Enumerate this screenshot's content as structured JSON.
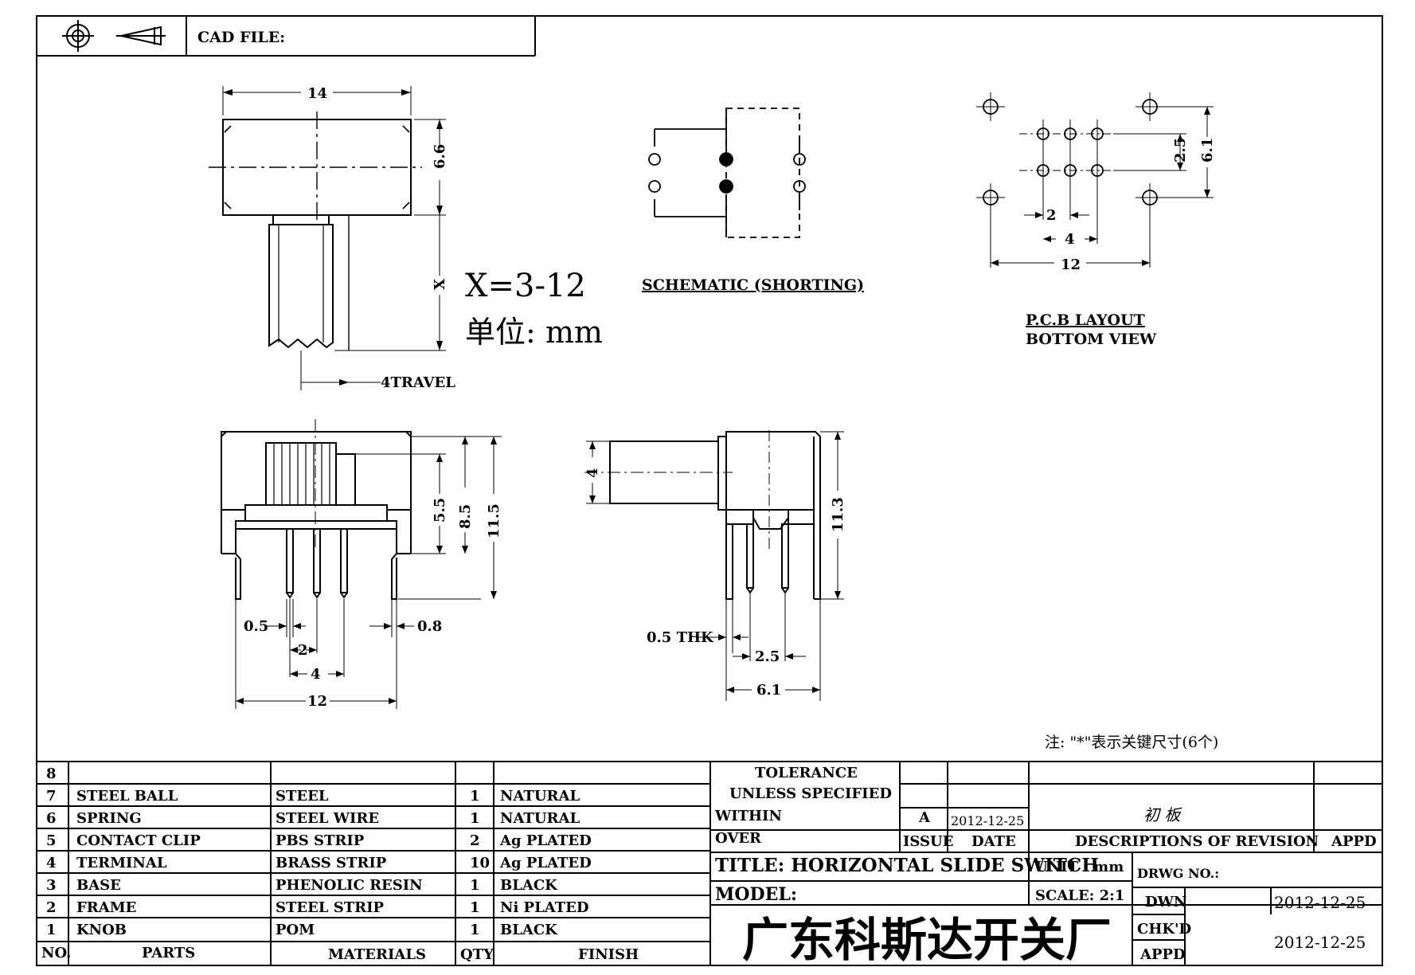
{
  "header": {
    "cad_label": "CAD FILE:"
  },
  "top_view": {
    "dim_width": "14",
    "dim_height": "6.6",
    "dim_x": "X",
    "x_range": "X=3-12",
    "unit": "单位: mm",
    "travel": "4TRAVEL"
  },
  "schematic": {
    "label": "SCHEMATIC (SHORTING)"
  },
  "pcb": {
    "dim_25": "2.5",
    "dim_61": "6.1",
    "dim_2": "2",
    "dim_4": "4",
    "dim_12": "12",
    "title": "P.C.B LAYOUT",
    "subtitle": "BOTTOM VIEW"
  },
  "front_view": {
    "dim_55": "5.5",
    "dim_85": "8.5",
    "dim_115": "11.5",
    "dim_05": "0.5",
    "dim_08": "0.8",
    "dim_2": "2",
    "dim_4": "4",
    "dim_12": "12"
  },
  "side_view": {
    "dim_4": "4",
    "dim_113": "11.3",
    "dim_thk": "0.5 THK",
    "dim_25": "2.5",
    "dim_61": "6.1"
  },
  "note": "注: \"*\"表示关键尺寸(6个)",
  "bom": {
    "rows": [
      {
        "no": "8",
        "part": "",
        "material": "",
        "qty": "",
        "finish": ""
      },
      {
        "no": "7",
        "part": "STEEL BALL",
        "material": "STEEL",
        "qty": "1",
        "finish": "NATURAL"
      },
      {
        "no": "6",
        "part": "SPRING",
        "material": "STEEL WIRE",
        "qty": "1",
        "finish": "NATURAL"
      },
      {
        "no": "5",
        "part": "CONTACT CLIP",
        "material": "PBS STRIP",
        "qty": "2",
        "finish": "Ag PLATED"
      },
      {
        "no": "4",
        "part": "TERMINAL",
        "material": "BRASS STRIP",
        "qty": "10",
        "finish": "Ag PLATED"
      },
      {
        "no": "3",
        "part": "BASE",
        "material": "PHENOLIC RESIN",
        "qty": "1",
        "finish": "BLACK"
      },
      {
        "no": "2",
        "part": "FRAME",
        "material": "STEEL STRIP",
        "qty": "1",
        "finish": "Ni PLATED"
      },
      {
        "no": "1",
        "part": "KNOB",
        "material": "POM",
        "qty": "1",
        "finish": "BLACK"
      }
    ],
    "headers": {
      "no": "NO.",
      "part": "PARTS",
      "material": "MATERIALS",
      "qty": "QTY",
      "finish": "FINISH"
    }
  },
  "title_block": {
    "tolerance": "TOLERANCE",
    "unless": "UNLESS SPECIFIED",
    "within": "WITHIN",
    "over": "OVER",
    "issue_value": "A",
    "issue_date": "2012-12-25",
    "revision_desc": "初 板",
    "issue_label": "ISSUE",
    "date_label": "DATE",
    "desc_label": "DESCRIPTIONS OF REVISION",
    "appd_label": "APPD",
    "title": "TITLE: HORIZONTAL SLIDE SWITCH",
    "unit": "UNIT : mm",
    "drwg_no": "DRWG NO.:",
    "model": "MODEL:",
    "scale": "SCALE: 2:1",
    "dwn": "DWN",
    "dwn_date": "2012-12-25",
    "chkd": "CHK'D",
    "appd": "APPD",
    "chk_date": "2012-12-25",
    "company": "广东科斯达开关厂"
  }
}
